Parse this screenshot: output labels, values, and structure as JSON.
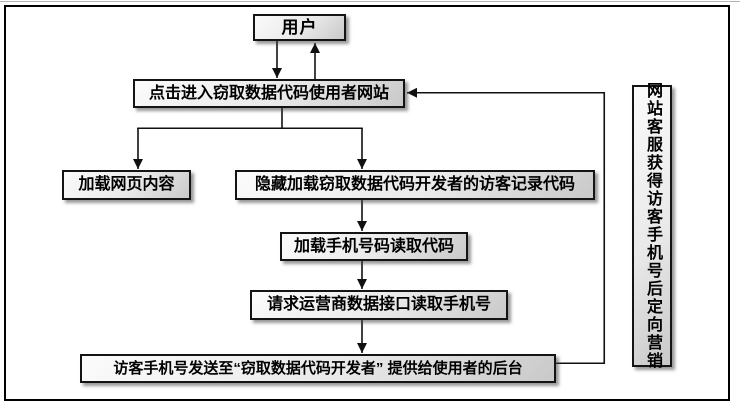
{
  "diagram": {
    "title_hint": "phone-number-stealing code flowchart",
    "nodes": {
      "user": {
        "label": "用户"
      },
      "click_enter": {
        "label": "点击进入窃取数据代码使用者网站"
      },
      "load_page": {
        "label": "加载网页内容"
      },
      "hidden_load": {
        "label": "隐藏加载窃取数据代码开发者的访客记录代码"
      },
      "load_phone_code": {
        "label": "加载手机号码读取代码"
      },
      "request_operator": {
        "label": "请求运营商数据接口读取手机号"
      },
      "send_backend": {
        "label": "访客手机号发送至“窃取数据代码开发者” 提供给使用者的后台"
      },
      "marketing": {
        "label": "网站客服获得访客手机号后定向营销"
      }
    },
    "edges": [
      {
        "from": "user",
        "to": "click_enter",
        "type": "arrow-down"
      },
      {
        "from": "click_enter",
        "to": "user",
        "type": "arrow-up"
      },
      {
        "from": "click_enter",
        "to": "load_page",
        "type": "branch-arrow"
      },
      {
        "from": "click_enter",
        "to": "hidden_load",
        "type": "branch-arrow"
      },
      {
        "from": "hidden_load",
        "to": "load_phone_code",
        "type": "arrow-down"
      },
      {
        "from": "load_phone_code",
        "to": "request_operator",
        "type": "arrow-down"
      },
      {
        "from": "request_operator",
        "to": "send_backend",
        "type": "arrow-down"
      },
      {
        "from": "send_backend",
        "to": "click_enter",
        "type": "feedback-right-up-left-arrow"
      }
    ],
    "colors": {
      "background": "#ffffff",
      "frame_border": "#000000",
      "node_fill_light": "#fbfbfb",
      "node_fill_dark": "#c9c9c9",
      "node_border": "#141414",
      "line": "#111111"
    }
  }
}
